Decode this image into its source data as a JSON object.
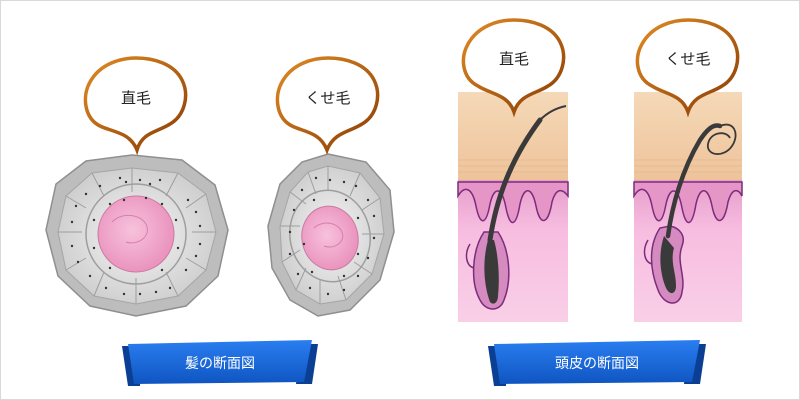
{
  "bubbles": {
    "hair_straight": "直毛",
    "hair_curly": "くせ毛",
    "scalp_straight": "直毛",
    "scalp_curly": "くせ毛"
  },
  "ribbons": {
    "hair_section": "髪の断面図",
    "scalp_section": "頭皮の断面図"
  },
  "colors": {
    "bubble_stroke": "#c06a10",
    "ribbon_blue": "#1565d8",
    "ribbon_dark": "#0b3f93",
    "cortex_pink": "#f2a6c9",
    "skin_top": "#f3d2ab",
    "dermis_pink": "#f6b6d8",
    "hair_shaft": "#3a3a3a"
  }
}
